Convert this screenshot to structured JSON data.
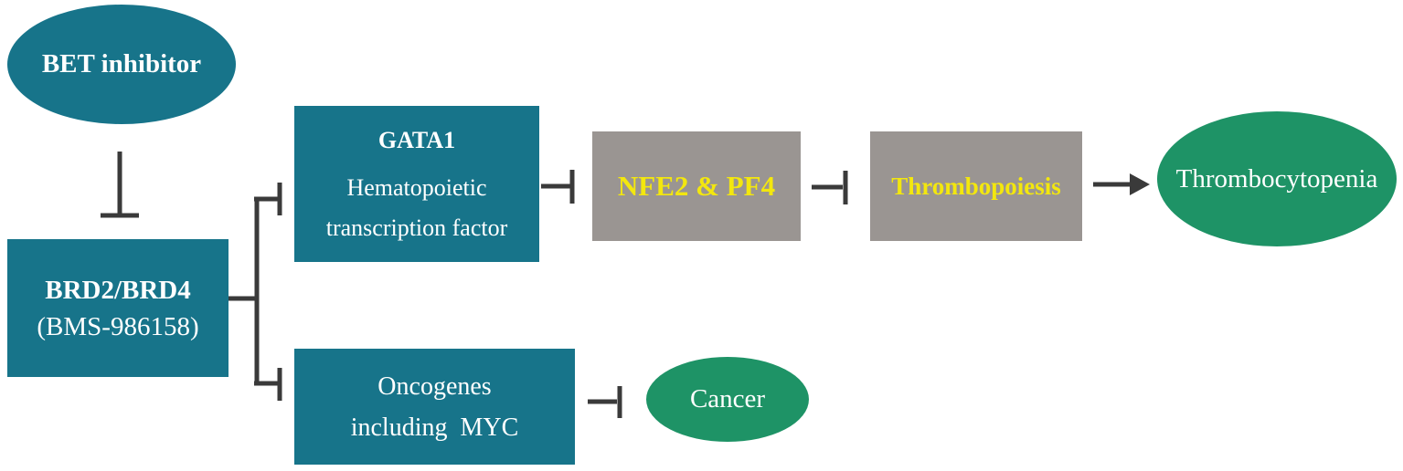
{
  "figure": {
    "description": "Pathway diagram of BET inhibitor induced thrombocytopenia"
  },
  "colors": {
    "teal": "#17748a",
    "green": "#1e9366",
    "gray": "#9a9592",
    "yellow": "#f3e70e",
    "white": "#ffffff",
    "line": "#3a3a3a"
  },
  "nodes": {
    "bet_inhibitor": {
      "label": "BET inhibitor",
      "shape": "ellipse",
      "fill": "teal"
    },
    "brd": {
      "line1": "BRD2/BRD4",
      "line2": "(BMS-986158)",
      "shape": "rect",
      "fill": "teal"
    },
    "gata1": {
      "title": "GATA1",
      "line1": "Hematopoietic",
      "line2": "transcription factor",
      "shape": "rect",
      "fill": "teal"
    },
    "nfe2": {
      "label": "NFE2 & PF4",
      "shape": "rect",
      "fill": "gray"
    },
    "thrombopoiesis": {
      "label": "Thrombopoiesis",
      "shape": "rect",
      "fill": "gray"
    },
    "thrombocytopenia": {
      "label": "Thrombocytopenia",
      "shape": "ellipse",
      "fill": "green"
    },
    "oncogenes": {
      "line1": "Oncogenes",
      "line2": "including  MYC",
      "shape": "rect",
      "fill": "teal"
    },
    "cancer": {
      "label": "Cancer",
      "shape": "ellipse",
      "fill": "green"
    }
  },
  "connectors": [
    {
      "from": "BET inhibitor",
      "to": "BRD2/BRD4 (BMS-986158)",
      "type": "inhibition"
    },
    {
      "from": "BRD2/BRD4 (BMS-986158)",
      "to": "GATA1",
      "type": "inhibition"
    },
    {
      "from": "BRD2/BRD4 (BMS-986158)",
      "to": "Oncogenes including MYC",
      "type": "inhibition"
    },
    {
      "from": "GATA1",
      "to": "NFE2 & PF4",
      "type": "inhibition"
    },
    {
      "from": "NFE2 & PF4",
      "to": "Thrombopoiesis",
      "type": "inhibition"
    },
    {
      "from": "Thrombopoiesis",
      "to": "Thrombocytopenia",
      "type": "arrow"
    },
    {
      "from": "Oncogenes including MYC",
      "to": "Cancer",
      "type": "inhibition"
    }
  ]
}
